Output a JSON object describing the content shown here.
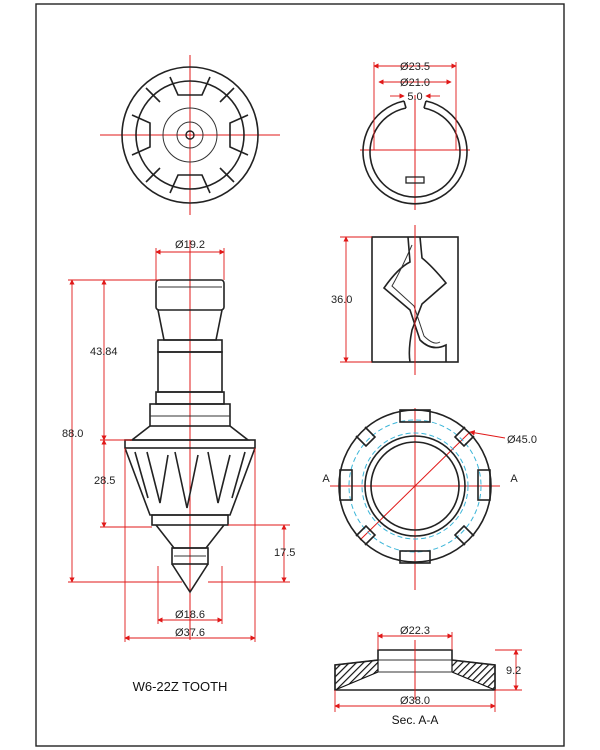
{
  "top_view": {
    "dims": {
      "d_outer": "Ø23.5",
      "d_inner": "Ø21.0",
      "slot": "5.0"
    }
  },
  "tooth": {
    "dims": {
      "top_dia": "Ø19.2",
      "upper_len": "43.84",
      "total_len": "88.0",
      "body_len": "28.5",
      "tip_len": "17.5",
      "tip_dia": "Ø18.6",
      "body_dia": "Ø37.6"
    },
    "title": "W6-22Z TOOTH"
  },
  "sleeve": {
    "dims": {
      "height": "36.0"
    }
  },
  "washer": {
    "dims": {
      "outer_dia": "Ø45.0"
    },
    "section_labels": [
      "A",
      "A"
    ]
  },
  "section": {
    "dims": {
      "top_dia": "Ø22.3",
      "height": "9.2",
      "outer_dia": "Ø38.0"
    },
    "caption": "Sec. A-A"
  },
  "colors": {
    "dimension": "#e01818",
    "hidden": "#3bb5d8",
    "outline": "#222222"
  }
}
